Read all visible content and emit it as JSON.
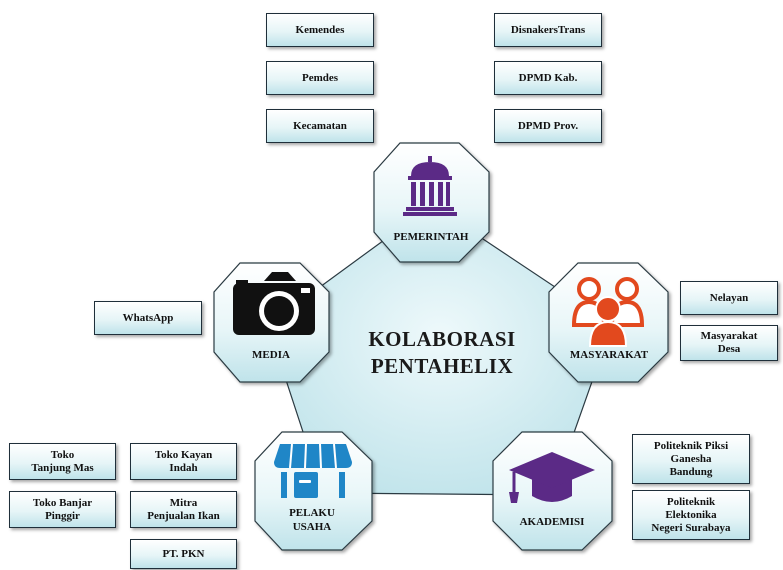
{
  "center": {
    "title": "KOLABORASI\nPENTAHELIX"
  },
  "nodes": {
    "pemerintah": {
      "label": "PEMERINTAH",
      "icon": "government-building-icon",
      "icon_color": "#5b2a86"
    },
    "media": {
      "label": "MEDIA",
      "icon": "camera-icon",
      "icon_color": "#111111"
    },
    "masyarakat": {
      "label": "MASYARAKAT",
      "icon": "people-group-icon",
      "icon_color": "#e2491e"
    },
    "pelaku_usaha": {
      "label": "PELAKU\nUSAHA",
      "icon": "storefront-icon",
      "icon_color": "#1f86c7"
    },
    "akademisi": {
      "label": "AKADEMISI",
      "icon": "graduation-cap-icon",
      "icon_color": "#5b2a86"
    }
  },
  "boxes": {
    "pemerintah": [
      "Kemendes",
      "DisnakersTrans",
      "Pemdes",
      "DPMD Kab.",
      "Kecamatan",
      "DPMD Prov."
    ],
    "media": [
      "WhatsApp"
    ],
    "masyarakat": [
      "Nelayan",
      "Masyarakat\nDesa"
    ],
    "akademisi": [
      "Politeknik Piksi\nGanesha\nBandung",
      "Politeknik\nElektonika\nNegeri Surabaya"
    ],
    "pelaku_usaha": [
      "Toko\nTanjung Mas",
      "Toko Kayan\nIndah",
      "Toko Banjar\nPinggir",
      "Mitra\nPenjualan Ikan",
      "PT. PKN"
    ]
  },
  "colors": {
    "node_fill_top": "#ffffff",
    "node_fill_bottom": "#bfe3ea",
    "outline": "#2b3a42"
  }
}
